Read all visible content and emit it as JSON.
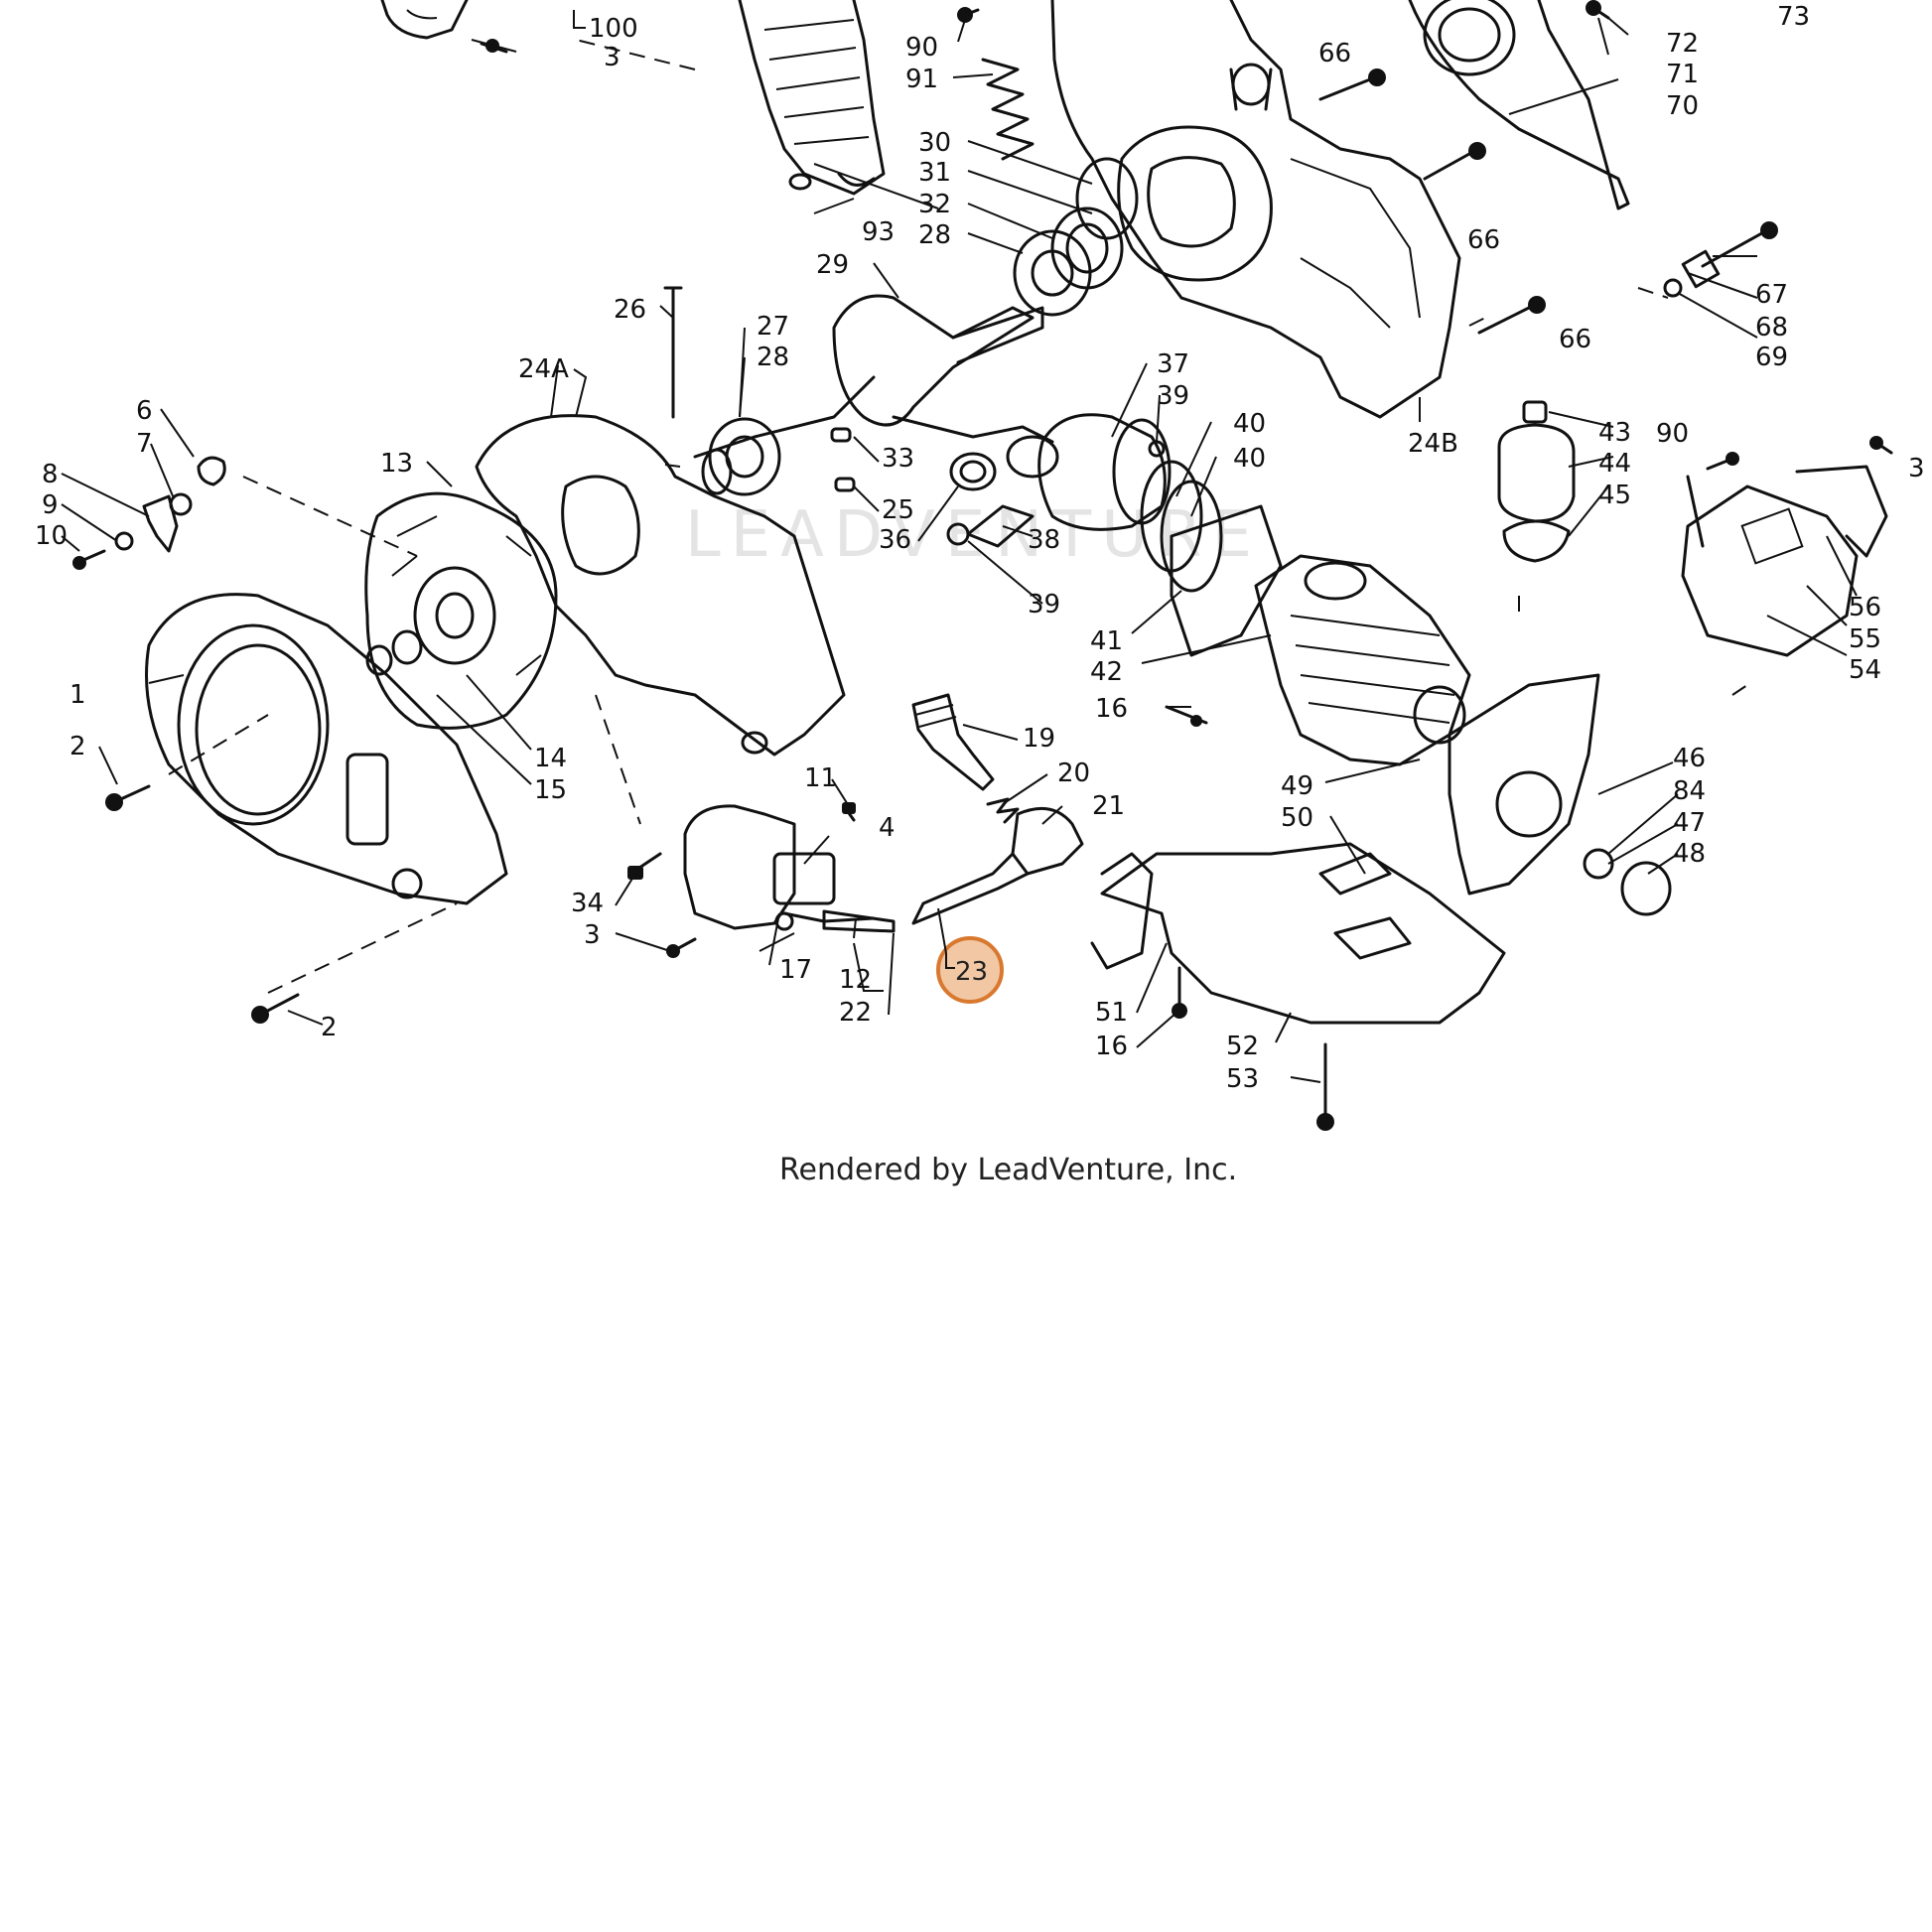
{
  "diagram": {
    "watermark": "LEADVENTURE",
    "credit": "Rendered by LeadVenture, Inc.",
    "highlighted_callout": "23",
    "highlight_color": "#e8a268",
    "callouts": {
      "c1": "1",
      "c2a": "2",
      "c2b": "2",
      "c3a": "3",
      "c3b": "3",
      "c3c": "3",
      "c4": "4",
      "c6": "6",
      "c7": "7",
      "c8": "8",
      "c9": "9",
      "c10": "10",
      "c11": "11",
      "c12": "12",
      "c13": "13",
      "c14": "14",
      "c15": "15",
      "c16a": "16",
      "c16b": "16",
      "c17": "17",
      "c19": "19",
      "c20": "20",
      "c21": "21",
      "c22": "22",
      "c24a": "24A",
      "c24b": "24B",
      "c25": "25",
      "c26": "26",
      "c27": "27",
      "c28a": "28",
      "c28b": "28",
      "c29": "29",
      "c30": "30",
      "c31": "31",
      "c32": "32",
      "c33": "33",
      "c34": "34",
      "c36": "36",
      "c37": "37",
      "c38": "38",
      "c39a": "39",
      "c39b": "39",
      "c40a": "40",
      "c40b": "40",
      "c41": "41",
      "c42": "42",
      "c43": "43",
      "c44": "44",
      "c45": "45",
      "c46": "46",
      "c47": "47",
      "c48": "48",
      "c49": "49",
      "c50": "50",
      "c51": "51",
      "c52": "52",
      "c53": "53",
      "c54": "54",
      "c55": "55",
      "c56": "56",
      "c66a": "66",
      "c66b": "66",
      "c66c": "66",
      "c67": "67",
      "c68": "68",
      "c69": "69",
      "c70": "70",
      "c71": "71",
      "c72": "72",
      "c73": "73",
      "c84": "84",
      "c90a": "90",
      "c90b": "90",
      "c91": "91",
      "c93": "93",
      "c100": "100"
    }
  }
}
